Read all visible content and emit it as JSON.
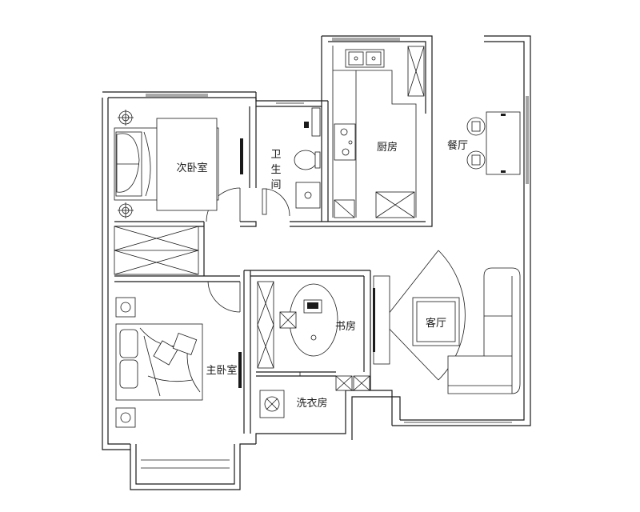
{
  "plan": {
    "rooms": {
      "second_bedroom": "次卧室",
      "bathroom": [
        "卫",
        "生",
        "间"
      ],
      "kitchen": "厨房",
      "dining": "餐厅",
      "study": "书房",
      "living_room": "客厅",
      "master_bedroom": "主卧室",
      "laundry": "洗衣房"
    },
    "colors": {
      "line": "#1a1a1a",
      "background": "#ffffff"
    }
  }
}
